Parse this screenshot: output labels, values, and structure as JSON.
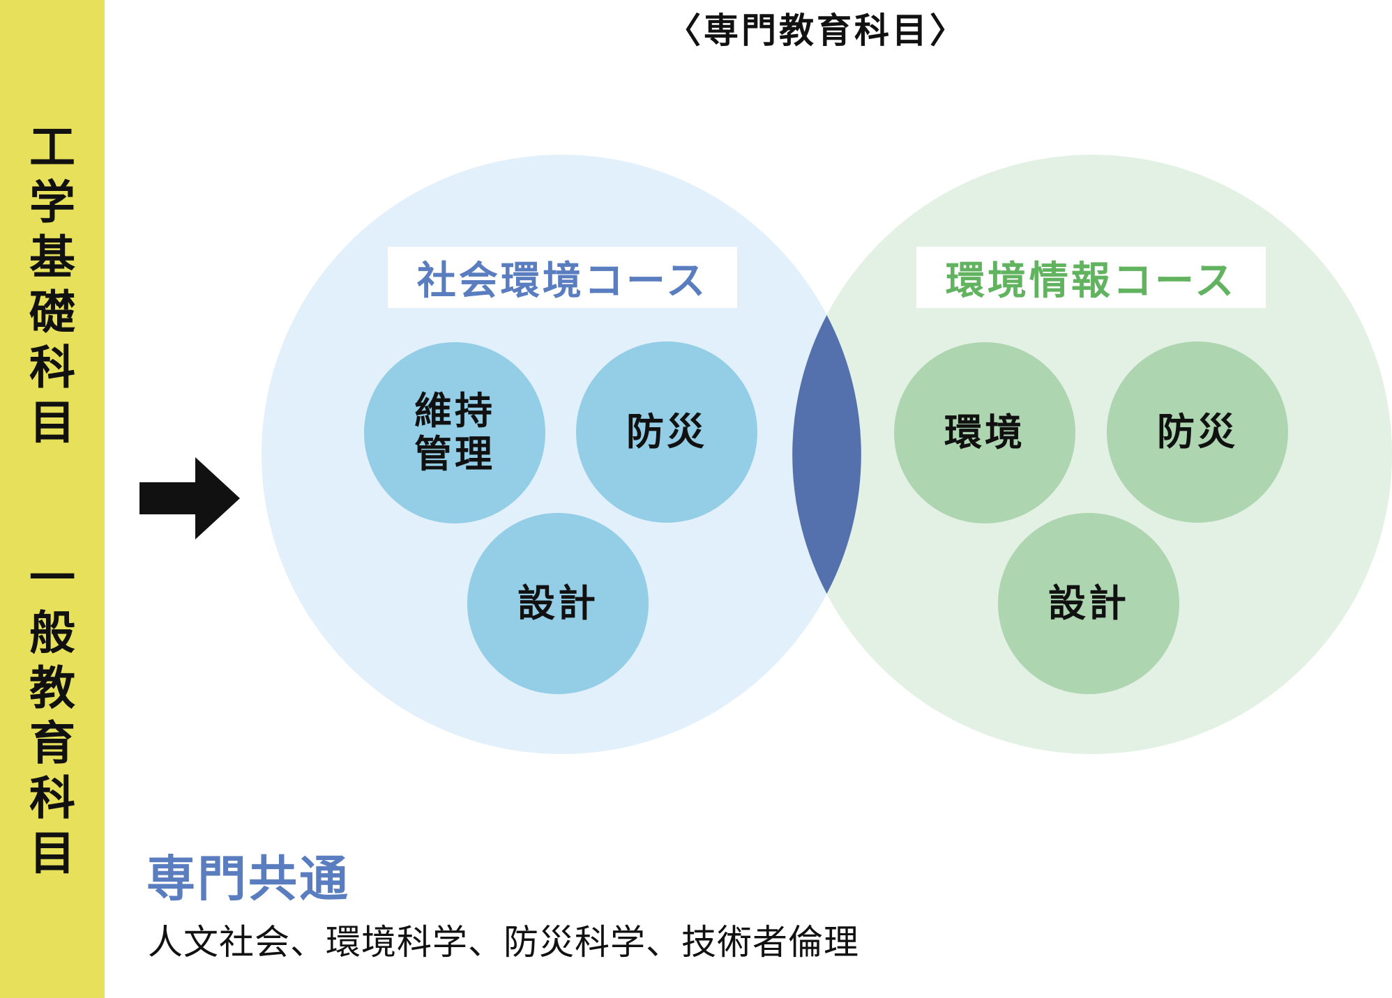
{
  "sidebar": {
    "upper": [
      "工",
      "学",
      "基",
      "礎",
      "科",
      "目"
    ],
    "lower": [
      "一",
      "般",
      "教",
      "育",
      "科",
      "目"
    ]
  },
  "title": "〈専門教育科目〉",
  "courses": [
    {
      "name": "社会環境コース",
      "color": "#5a7dbf",
      "nodes": [
        "維持\n管理",
        "防災",
        "設計"
      ]
    },
    {
      "name": "環境情報コース",
      "color": "#62b35f",
      "nodes": [
        "環境",
        "防災",
        "設計"
      ]
    }
  ],
  "colors": {
    "yellow": "#e6e05a",
    "left_bg": "#e1f0fb",
    "right_bg": "#e3f1e4",
    "left_node": "#93cde6",
    "right_node": "#acd5b0",
    "overlap": "#5470ad"
  },
  "common": {
    "title": "専門共通",
    "body": "人文社会、環境科学、防災科学、技術者倫理"
  }
}
